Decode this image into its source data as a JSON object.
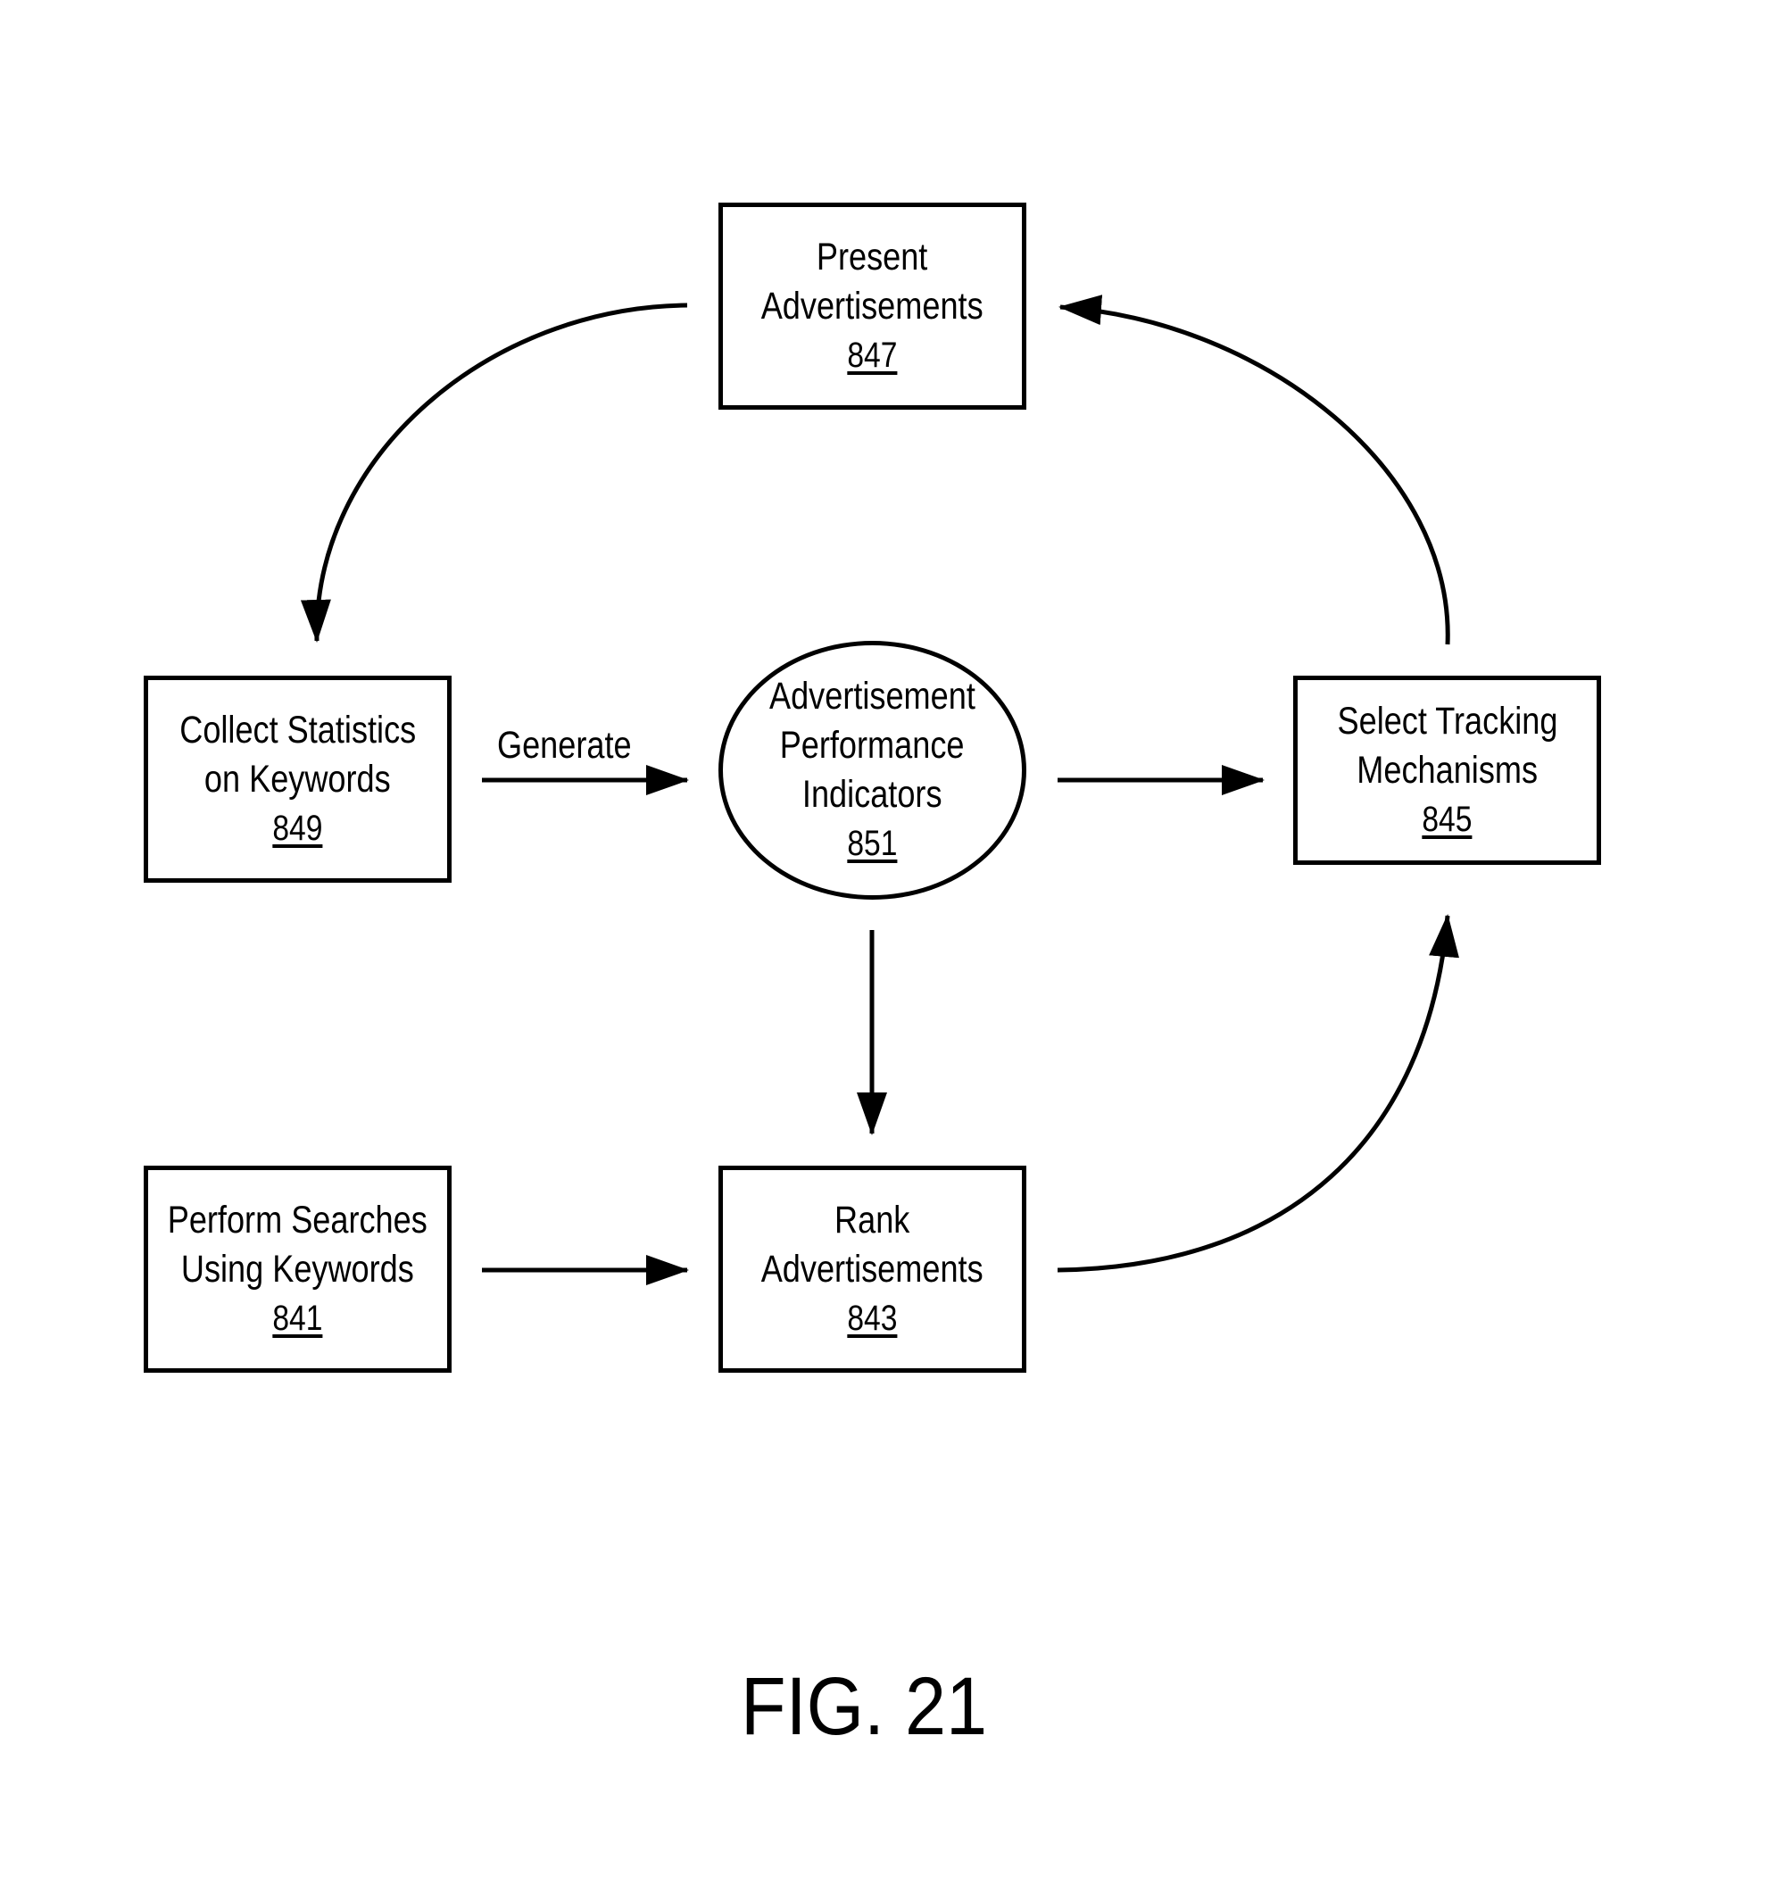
{
  "nodes": {
    "present": {
      "line1": "Present",
      "line2": "Advertisements",
      "ref": "847"
    },
    "collect": {
      "line1": "Collect Statistics",
      "line2": "on Keywords",
      "ref": "849"
    },
    "indicators": {
      "line1": "Advertisement",
      "line2": "Performance",
      "line3": "Indicators",
      "ref": "851"
    },
    "select": {
      "line1": "Select Tracking",
      "line2": "Mechanisms",
      "ref": "845"
    },
    "perform": {
      "line1": "Perform Searches",
      "line2": "Using Keywords",
      "ref": "841"
    },
    "rank": {
      "line1": "Rank",
      "line2": "Advertisements",
      "ref": "843"
    }
  },
  "edges": {
    "generate_label": "Generate"
  },
  "figure": {
    "caption": "FIG. 21"
  }
}
